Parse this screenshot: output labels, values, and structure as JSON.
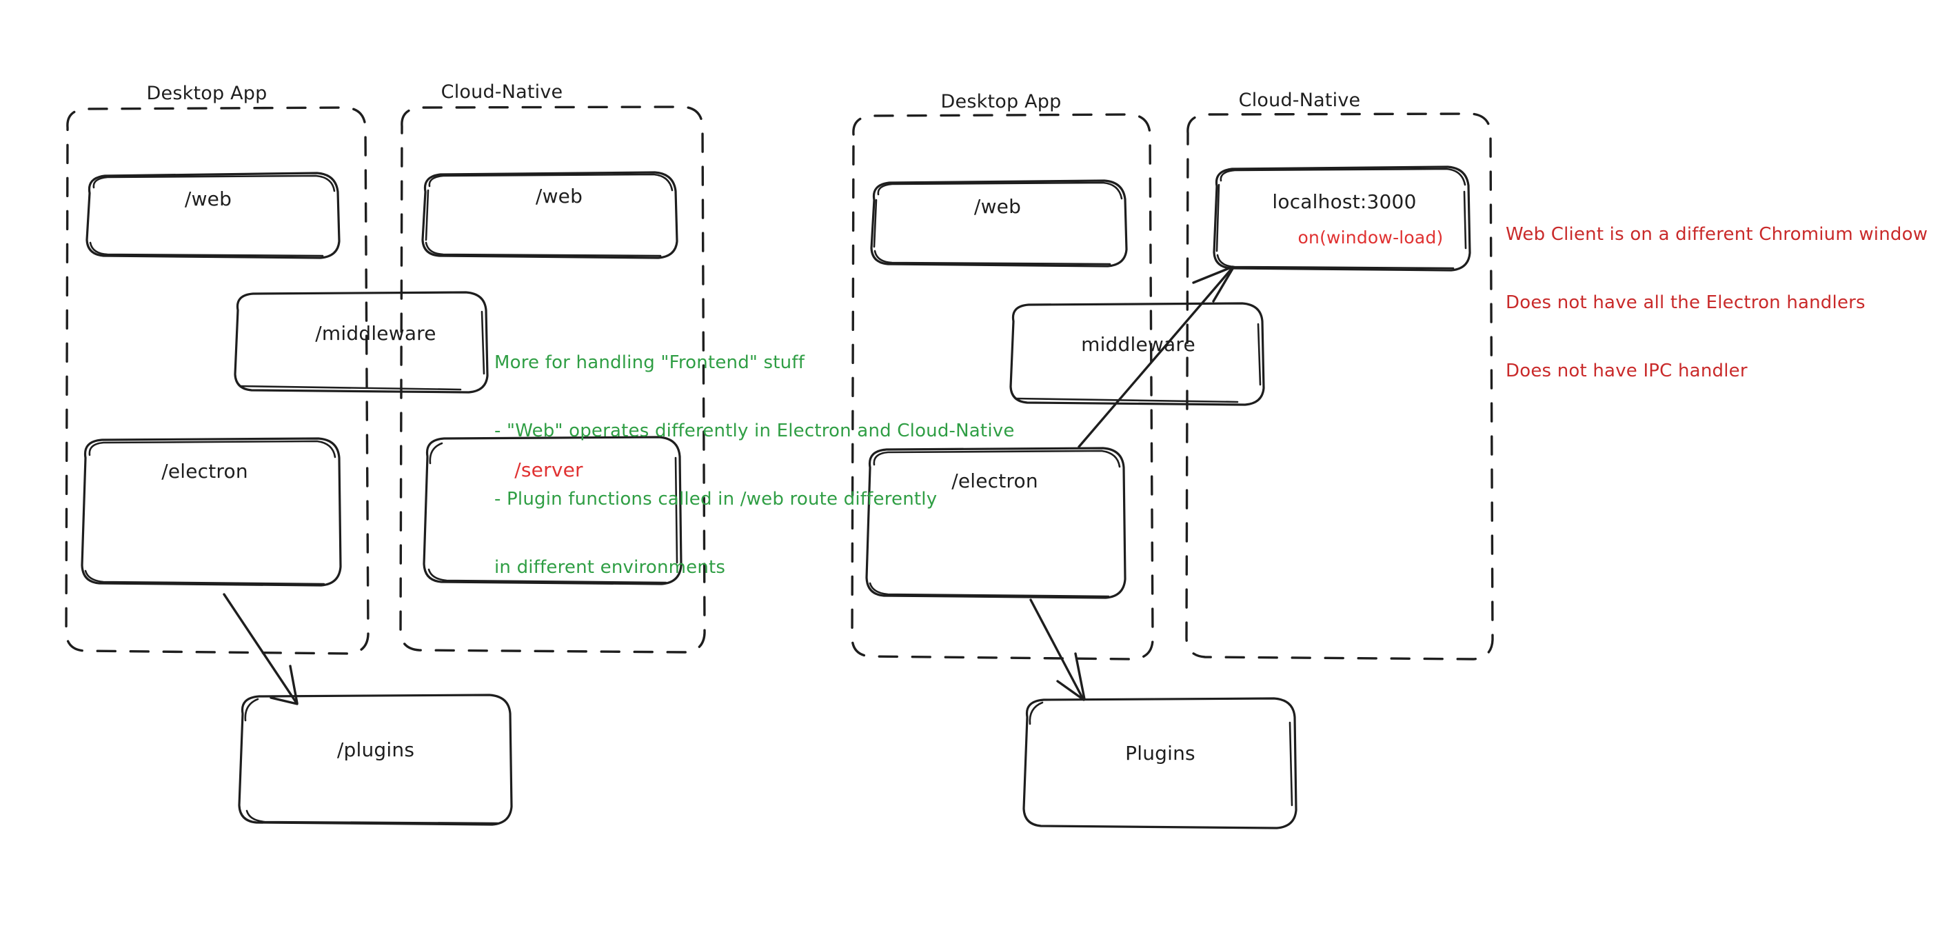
{
  "diagram": {
    "title": "Electron vs Cloud-Native architecture comparison",
    "colors": {
      "stroke": "#1e1e1e",
      "green": "#2f9e44",
      "red": "#e03131",
      "red_note": "#c92a2a",
      "background": "#ffffff"
    },
    "panels": [
      {
        "id": "left",
        "groups": [
          {
            "id": "left-desktop-app",
            "title": "Desktop App"
          },
          {
            "id": "left-cloud-native",
            "title": "Cloud-Native"
          }
        ],
        "nodes": [
          {
            "id": "left-desktop-web",
            "label": "/web",
            "color": "black"
          },
          {
            "id": "left-cloud-web",
            "label": "/web",
            "color": "black"
          },
          {
            "id": "left-middleware",
            "label": "/middleware",
            "color": "black"
          },
          {
            "id": "left-electron",
            "label": "/electron",
            "color": "black"
          },
          {
            "id": "left-server",
            "label": "/server",
            "color": "red"
          },
          {
            "id": "left-plugins",
            "label": "/plugins",
            "color": "black"
          }
        ],
        "note": {
          "id": "left-green-note",
          "color": "green",
          "lines": [
            "More for handling \"Frontend\" stuff",
            "- \"Web\" operates differently in Electron and Cloud-Native",
            "- Plugin functions called in /web route differently",
            "in different environments"
          ]
        },
        "edges": [
          {
            "id": "left-electron-to-plugins",
            "from": "left-electron",
            "to": "left-plugins"
          }
        ]
      },
      {
        "id": "right",
        "groups": [
          {
            "id": "right-desktop-app",
            "title": "Desktop App"
          },
          {
            "id": "right-cloud-native",
            "title": "Cloud-Native"
          }
        ],
        "nodes": [
          {
            "id": "right-desktop-web",
            "label": "/web",
            "color": "black"
          },
          {
            "id": "right-localhost",
            "label": "localhost:3000",
            "color": "black",
            "sublabel": "on(window-load)",
            "sublabel_color": "red"
          },
          {
            "id": "right-middleware",
            "label": "middleware",
            "color": "black"
          },
          {
            "id": "right-electron",
            "label": "/electron",
            "color": "black"
          },
          {
            "id": "right-plugins",
            "label": "Plugins",
            "color": "black"
          }
        ],
        "note": {
          "id": "right-red-note",
          "color": "red",
          "lines": [
            "Web Client is on a different Chromium window",
            "Does not have all the Electron handlers",
            "Does not have IPC handler"
          ]
        },
        "edges": [
          {
            "id": "right-electron-to-localhost",
            "from": "right-electron",
            "to": "right-localhost"
          },
          {
            "id": "right-electron-to-plugins",
            "from": "right-electron",
            "to": "right-plugins"
          }
        ]
      }
    ]
  }
}
